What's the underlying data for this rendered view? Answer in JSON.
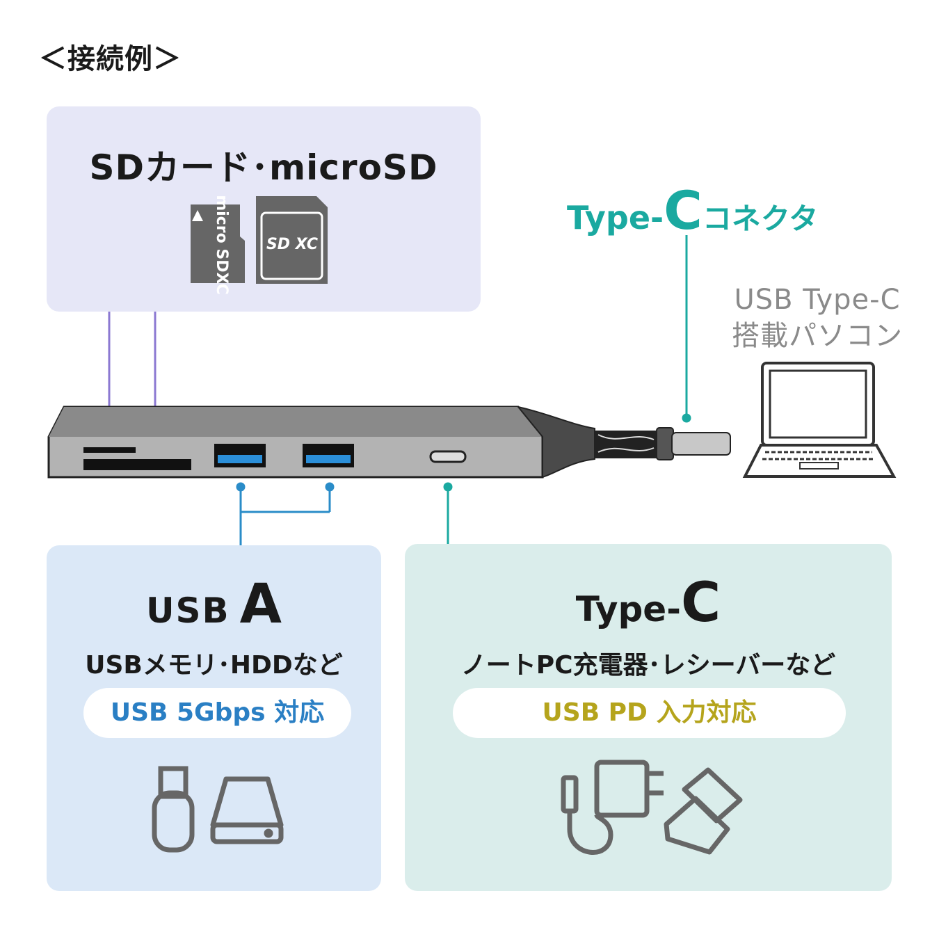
{
  "page_title": "＜接続例＞",
  "sd_panel": {
    "title": "SDカード･microSD",
    "microsd_card_text": "micro SDXC",
    "sd_card_text": "SD XC"
  },
  "connector_label": {
    "prefix": "Type-",
    "big": "C",
    "suffix": "コネクタ"
  },
  "pc_label": {
    "line1": "USB Type-C",
    "line2": "搭載パソコン"
  },
  "usba_panel": {
    "title_prefix": "USB",
    "title_big": "A",
    "subtitle": "USBメモリ･HDDなど",
    "pill": "USB 5Gbps 対応"
  },
  "typec_panel": {
    "title_prefix": "Type-",
    "title_big": "C",
    "subtitle": "ノートPC充電器･レシーバーなど",
    "pill": "USB PD 入力対応"
  },
  "colors": {
    "sd_line": "#8b78d2",
    "usb_line": "#2a8cc8",
    "typec_line": "#1aa9a0",
    "pill_blue": "#2a7fc4",
    "pill_yellow": "#b5a41c",
    "icon_gray": "#666666"
  }
}
